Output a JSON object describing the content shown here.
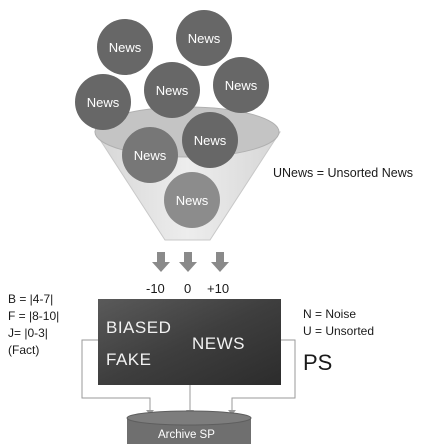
{
  "bubble_label": "News",
  "unews_legend": "UNews = Unsorted News",
  "scale_labels": [
    "-10",
    "0",
    "+10"
  ],
  "left_legend": [
    "B = |4-7|",
    "F = |8-10|",
    "J= |0-3|",
    "(Fact)"
  ],
  "right_legend": [
    "N = Noise",
    "U = Unsorted"
  ],
  "ps_label": "PS",
  "banner": {
    "line1": "BIASED",
    "line2": "FAKE",
    "word": "NEWS"
  },
  "archive_label": "Archive SP",
  "colors": {
    "bubble_dark": "#676767",
    "bubble_light": "#8c8c8c",
    "funnel_fill": "#e6e6e6",
    "funnel_inner": "#bdbdbd",
    "arrow": "#8a8a8a",
    "archive": "#6f6f6f",
    "connector": "#9a9a9a"
  }
}
